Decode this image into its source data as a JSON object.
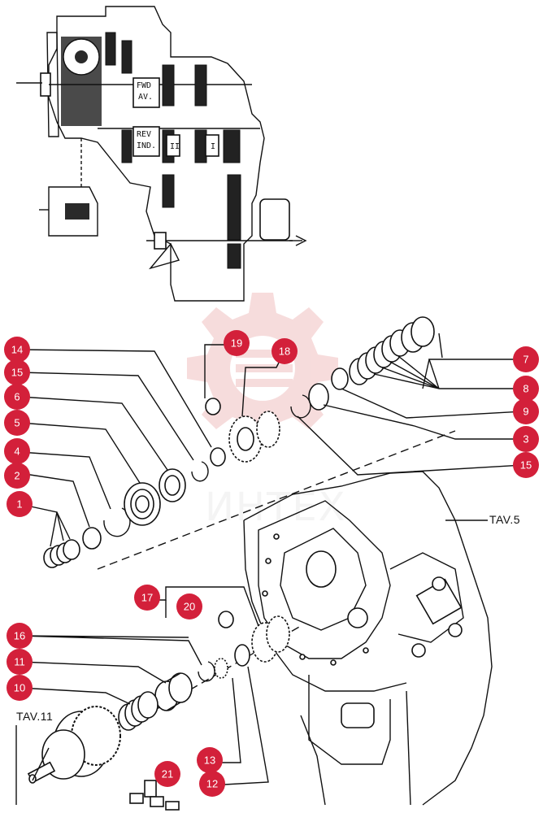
{
  "top_view": {
    "gear_labels": [
      {
        "name": "fwd-label",
        "lines": [
          "FWD",
          "AV."
        ]
      },
      {
        "name": "rev-label",
        "lines": [
          "REV",
          "IND."
        ]
      },
      {
        "name": "gear-ii-label",
        "lines": [
          "II"
        ]
      },
      {
        "name": "gear-i-label",
        "lines": [
          "I"
        ]
      }
    ]
  },
  "reference_labels": {
    "tav5": "TAV.5",
    "tav11": "TAV.11"
  },
  "watermark": {
    "text": "ИНТЕХ",
    "color": "#e8b4b4"
  },
  "callout_color": "#d3203a",
  "callouts": [
    {
      "id": "c14",
      "text": "14"
    },
    {
      "id": "c15a",
      "text": "15"
    },
    {
      "id": "c6",
      "text": "6"
    },
    {
      "id": "c5",
      "text": "5"
    },
    {
      "id": "c4",
      "text": "4"
    },
    {
      "id": "c2",
      "text": "2"
    },
    {
      "id": "c1",
      "text": "1"
    },
    {
      "id": "c19",
      "text": "19"
    },
    {
      "id": "c18",
      "text": "18"
    },
    {
      "id": "c7",
      "text": "7"
    },
    {
      "id": "c8",
      "text": "8"
    },
    {
      "id": "c9",
      "text": "9"
    },
    {
      "id": "c3",
      "text": "3"
    },
    {
      "id": "c15b",
      "text": "15"
    },
    {
      "id": "c17",
      "text": "17"
    },
    {
      "id": "c20",
      "text": "20"
    },
    {
      "id": "c16",
      "text": "16"
    },
    {
      "id": "c11",
      "text": "11"
    },
    {
      "id": "c10",
      "text": "10"
    },
    {
      "id": "c13",
      "text": "13"
    },
    {
      "id": "c12",
      "text": "12"
    },
    {
      "id": "c21",
      "text": "21"
    }
  ]
}
